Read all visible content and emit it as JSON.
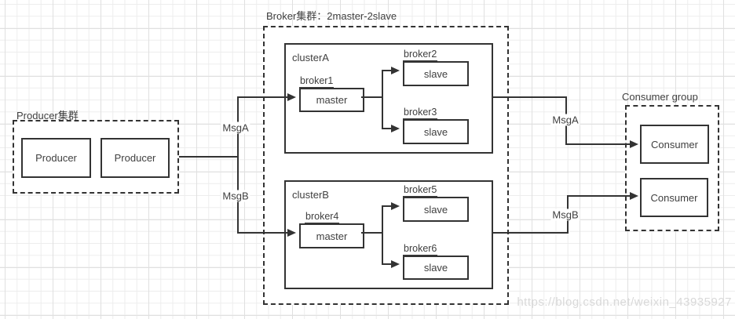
{
  "title": "Broker集群：2master-2slave",
  "watermark": "https://blog.csdn.net/weixin_43935927",
  "producer": {
    "label": "Producer集群",
    "nodes": [
      {
        "label": "Producer"
      },
      {
        "label": "Producer"
      }
    ]
  },
  "broker": {
    "clusters": [
      {
        "name": "clusterA",
        "master": {
          "name": "broker1",
          "role": "master"
        },
        "slaves": [
          {
            "name": "broker2",
            "role": "slave"
          },
          {
            "name": "broker3",
            "role": "slave"
          }
        ]
      },
      {
        "name": "clusterB",
        "master": {
          "name": "broker4",
          "role": "master"
        },
        "slaves": [
          {
            "name": "broker5",
            "role": "slave"
          },
          {
            "name": "broker6",
            "role": "slave"
          }
        ]
      }
    ]
  },
  "consumer": {
    "label": "Consumer group",
    "nodes": [
      {
        "label": "Consumer"
      },
      {
        "label": "Consumer"
      }
    ]
  },
  "flows": {
    "producer_to_cluster_a": "MsgA",
    "producer_to_cluster_b": "MsgB",
    "cluster_a_to_consumer": "MsgA",
    "cluster_b_to_consumer": "MsgB"
  },
  "colors": {
    "line": "#333333",
    "text": "#3f3f3f",
    "grid": "#ededed",
    "watermark": "#d9d9d9",
    "fill": "#ffffff"
  }
}
